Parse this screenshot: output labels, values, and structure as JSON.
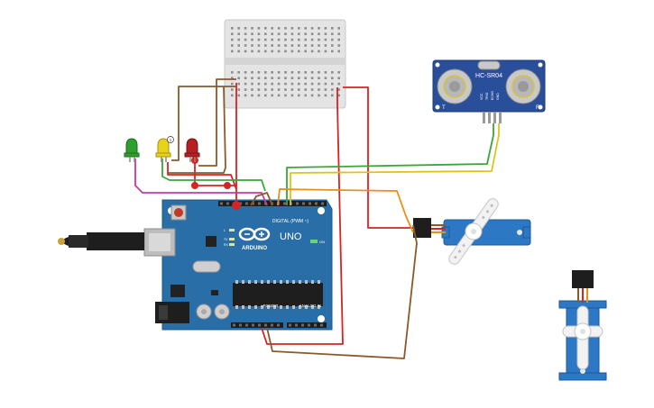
{
  "arduino": {
    "brand": "ARDUINO",
    "model": "UNO",
    "digital_label": "DIGITAL (PWM ~)",
    "power_label": "POWER",
    "analog_label": "ANALOG IN",
    "on_label": "ON",
    "tx_label": "TX",
    "rx_label": "RX",
    "l_label": "L"
  },
  "ultrasonic": {
    "model": "HC-SR04",
    "pins": [
      "VCC",
      "TRIG",
      "ECHO",
      "GND"
    ],
    "t_label": "T",
    "r_label": "R"
  },
  "leds": {
    "colors": [
      "#2e9e2e",
      "#e8d21a",
      "#b52020"
    ],
    "yellow_marker": "1"
  },
  "colors": {
    "board": "#2a6ea8",
    "breadboard": "#e6e6e6",
    "servo": "#2c78c4",
    "wire_red": "#d42424",
    "wire_brown": "#8a5a2b",
    "wire_green": "#3aa63a",
    "wire_yellow": "#e0c21a",
    "wire_orange": "#e8901a",
    "wire_pink": "#c83a9c"
  }
}
